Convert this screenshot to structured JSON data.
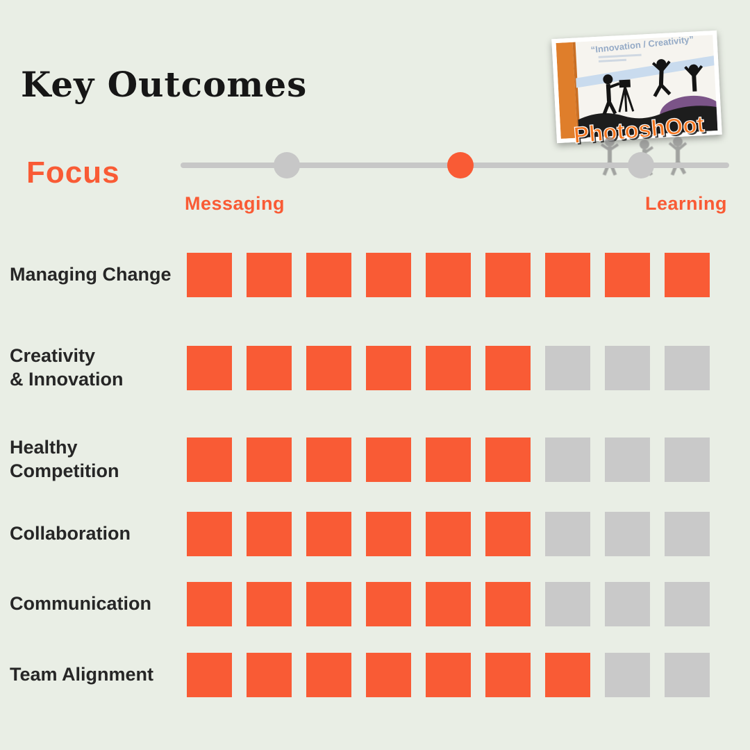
{
  "title": "Key Outcomes",
  "logo": {
    "caption": "“Innovation / Creativity”",
    "wordmark": "PhotoshOot"
  },
  "focus": {
    "label": "Focus",
    "left_label": "Messaging",
    "right_label": "Learning",
    "dots": [
      "gray",
      "orange",
      "gray"
    ]
  },
  "colors": {
    "orange": "#F95B35",
    "gray": "#C7C7C7",
    "text": "#262626",
    "background": "#e9eee5"
  },
  "chart_data": {
    "type": "bar",
    "title": "Key Outcomes",
    "subtitle_scale": {
      "left": "Messaging",
      "right": "Learning"
    },
    "max_units": 9,
    "unit_shape": "square",
    "filled_color": "#F95B35",
    "empty_color": "#C9C9C9",
    "categories": [
      "Managing Change",
      "Creativity & Innovation",
      "Healthy Competition",
      "Collaboration",
      "Communication",
      "Team Alignment"
    ],
    "values": [
      9,
      6,
      6,
      6,
      6,
      7
    ],
    "rows": [
      {
        "label_lines": [
          "Managing Change"
        ],
        "value": 9
      },
      {
        "label_lines": [
          "Creativity",
          "& Innovation"
        ],
        "value": 6
      },
      {
        "label_lines": [
          "Healthy",
          "Competition"
        ],
        "value": 6
      },
      {
        "label_lines": [
          "Collaboration"
        ],
        "value": 6
      },
      {
        "label_lines": [
          "Communication"
        ],
        "value": 6
      },
      {
        "label_lines": [
          "Team Alignment"
        ],
        "value": 7
      }
    ]
  }
}
